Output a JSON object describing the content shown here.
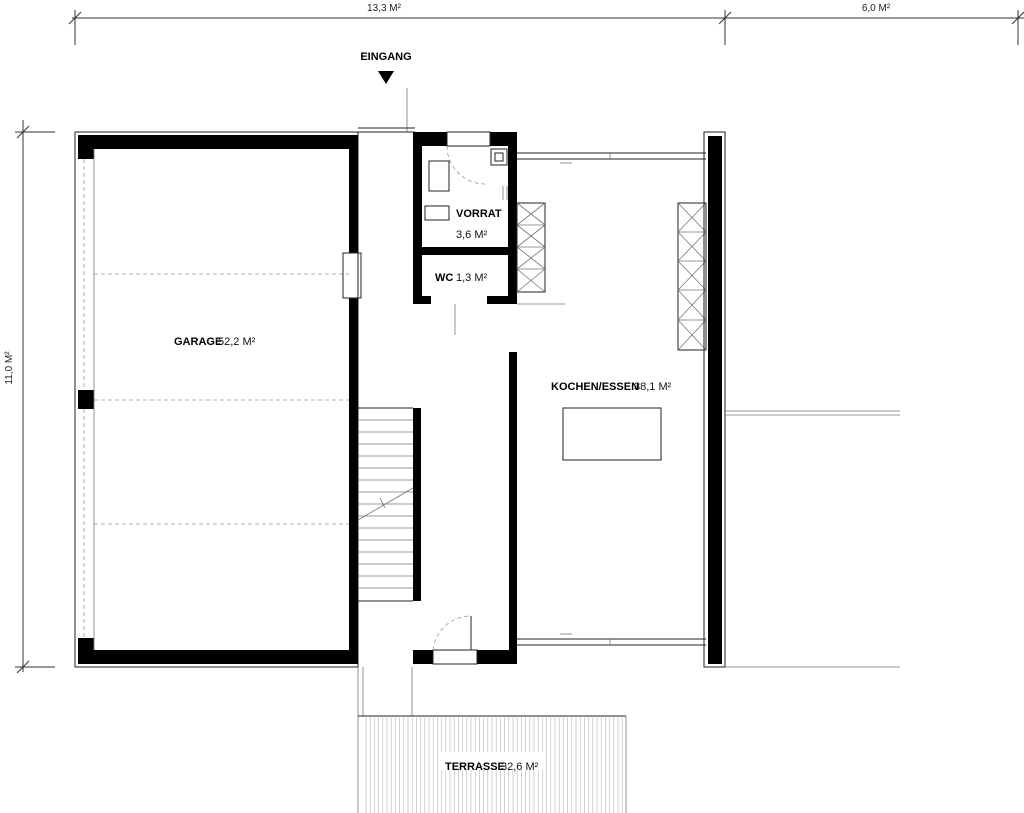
{
  "dimensions": {
    "top_left": "13,3 M²",
    "top_right": "6,0 M²",
    "left": "11,0 M²"
  },
  "entrance": {
    "label": "EINGANG"
  },
  "rooms": {
    "garage": {
      "name": "GARAGE",
      "area": "52,2 M²"
    },
    "vorrat": {
      "name": "VORRAT",
      "area": "3,6 M²"
    },
    "wc": {
      "name": "WC",
      "area": "1,3 M²"
    },
    "kochen": {
      "name": "KOCHEN/ESSEN",
      "area": "38,1 M²"
    },
    "terrasse": {
      "name": "TERRASSE",
      "area": "32,6 M²"
    }
  }
}
